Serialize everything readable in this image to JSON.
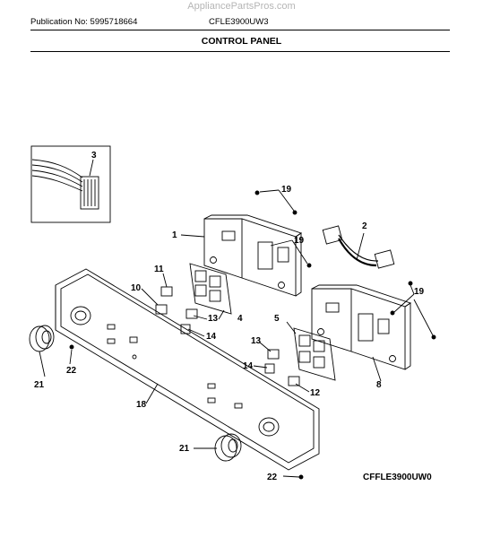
{
  "header": {
    "watermark": "AppliancePartsPros.com",
    "publication": "Publication No: 5995718664",
    "model": "CFLE3900UW3",
    "section_title": "CONTROL PANEL"
  },
  "diagram": {
    "code": "CFFLE3900UW0",
    "callouts": [
      "1",
      "2",
      "3",
      "4",
      "5",
      "8",
      "10",
      "11",
      "12",
      "13",
      "13",
      "14",
      "14",
      "18",
      "19",
      "19",
      "19",
      "21",
      "21",
      "22",
      "22"
    ]
  }
}
